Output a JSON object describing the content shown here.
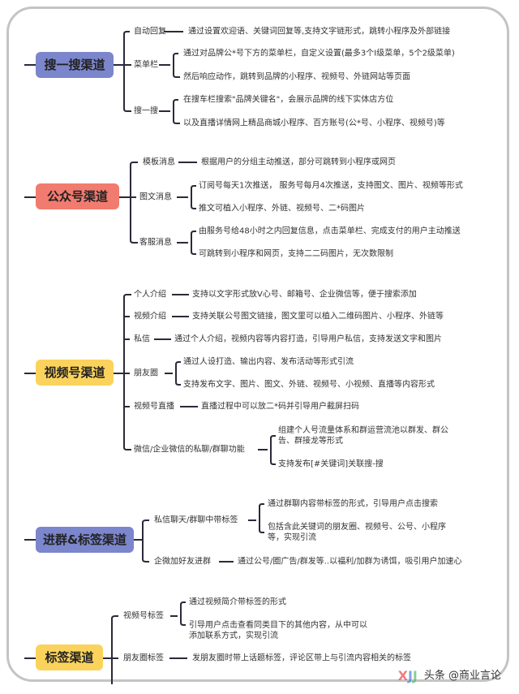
{
  "sections": [
    {
      "title": "搜一搜渠道",
      "items": [
        {
          "label": "自动回复",
          "details": [
            "通过设置欢迎语、关键词回复等,支持文字链形式，跳转小程序及外部链接"
          ]
        },
        {
          "label": "菜单栏",
          "details": [
            "通过对品牌公*号下方的菜单栏，自定义设置(最多3个I级菜单，5个2级菜单)",
            "然后响应动作，跳转到品牌的小程序、视频号、外链网站等页面"
          ]
        },
        {
          "label": "搜一搜",
          "details": [
            "在搜车栏搜索\"品牌关键名\"，会展示品牌的线下实体店方位",
            "以及直播详情网上精品商城小程序、百方账号(公*号、小程序、视频号)等"
          ]
        }
      ]
    },
    {
      "title": "公众号渠道",
      "items": [
        {
          "label": "模板消息",
          "details": [
            "根据用户的分组主动推送，部分可跳转到小程序或网页"
          ]
        },
        {
          "label": "图文消息",
          "details": [
            "订阅号每天1次推送， 服务号每月4次推送，支持图文、图片、视频等形式",
            "推文可植入小程序、外链、视频号、二*码图片"
          ]
        },
        {
          "label": "客服消息",
          "details": [
            "由服务号给48小时之内回复信息，点击菜单栏、完成支付的用户主动推送",
            "可跳转到小程序和网页，支持二二码图片，无次数限制"
          ]
        }
      ]
    },
    {
      "title": "视频号渠道",
      "items": [
        {
          "label": "个人介绍",
          "details": [
            "支持以文字形式放V心号、邮箱号、企业微信等，便于搜索添加"
          ]
        },
        {
          "label": "视频介绍",
          "details": [
            "支持关联公号图文链接，图文里可以植入二维码图片、小程序、外链等"
          ]
        },
        {
          "label": "私信",
          "details": [
            "通过个人介绍，视频内容等内容打造，引导用户私信，支持发送文字和图片"
          ]
        },
        {
          "label": "朋友圈",
          "details": [
            "通过人设打造、输出内容、发布活动等形式引流",
            "支持发布文字、图片、图文、外链、视频号、小视频、直播等内容形式"
          ]
        },
        {
          "label": "视频号直播",
          "details": [
            "直播过程中可以放二*码并引导用户截屏扫码"
          ]
        },
        {
          "label": "微信/企业微信的私聊/群聊功能",
          "details": [
            "组建个人号流量体系和群运营流池以群发、群公告、群接龙等形式",
            "支持发布[#关键词]关联搜-搜"
          ]
        }
      ]
    },
    {
      "title": "进群&标签渠道",
      "items": [
        {
          "label": "私信聊天/群聊中带标签",
          "details": [
            "通过群聊内容带标签的形式，引导用户点击搜索",
            "包括含此关键词的朋友圈、视频号、公号、小程序等，实现引流"
          ]
        },
        {
          "label": "企微加好友进群",
          "details": [
            "通过公号/圈广告/群发等..以福利/加群为诱饵，吸引用户加速心"
          ]
        }
      ]
    },
    {
      "title": "标签渠道",
      "items": [
        {
          "label": "视频号标签",
          "details": [
            "通过视频简介带标签的形式",
            "引导用户点击查看同类目下的其他内容，从中可以添加联系方式，实现引流"
          ]
        },
        {
          "label": "朋友圈标签",
          "details": [
            "发朋友圈时带上话题标签，评论区带上与引流内容相关的标签"
          ]
        }
      ]
    }
  ],
  "watermark": "头条 @商业言论",
  "watermark_logo": "XJJ",
  "colors": {
    "blue": "#7b86cc",
    "red": "#f27b6f",
    "yellow": "#fbd35c",
    "line": "#2a2a3a"
  }
}
